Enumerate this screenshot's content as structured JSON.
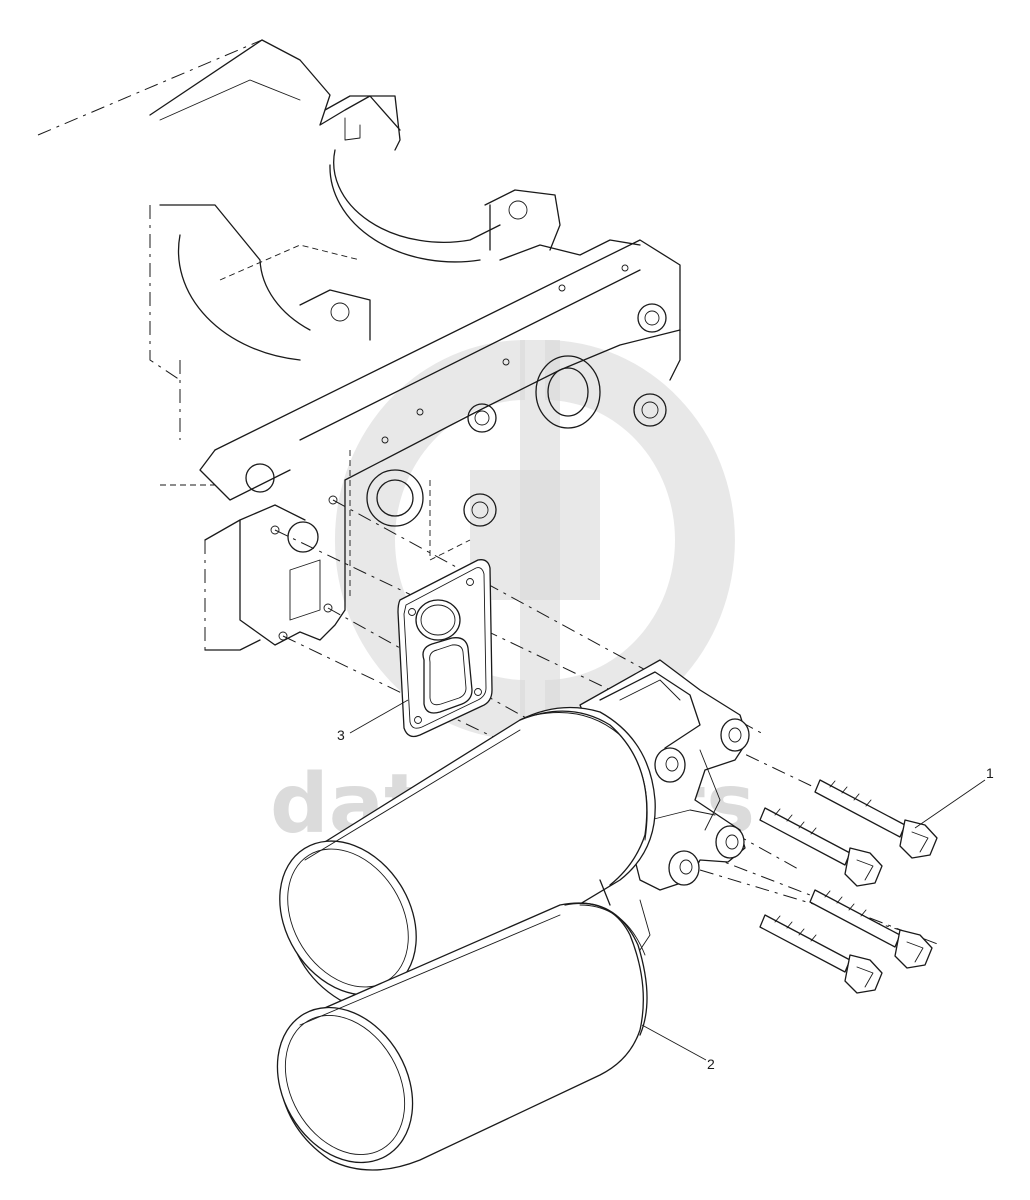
{
  "watermark": {
    "text": "data-parts",
    "color": "#cfcfcf"
  },
  "callouts": [
    {
      "id": "1",
      "label": "1"
    },
    {
      "id": "2",
      "label": "2"
    },
    {
      "id": "3",
      "label": "3"
    }
  ],
  "colors": {
    "line": "#1a1a1a",
    "background": "#ffffff"
  }
}
